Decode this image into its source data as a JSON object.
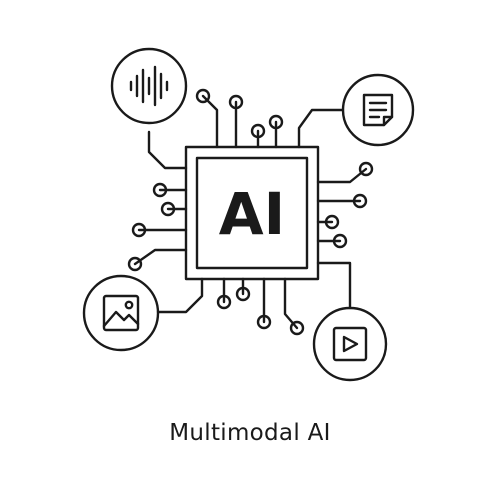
{
  "chip": {
    "label": "AI"
  },
  "caption": "Multimodal AI",
  "modalities": [
    {
      "name": "audio",
      "icon": "audio-waveform-icon"
    },
    {
      "name": "text",
      "icon": "document-icon"
    },
    {
      "name": "image",
      "icon": "image-icon"
    },
    {
      "name": "video",
      "icon": "play-icon"
    }
  ],
  "colors": {
    "stroke": "#1a1a1a",
    "background": "#ffffff"
  }
}
